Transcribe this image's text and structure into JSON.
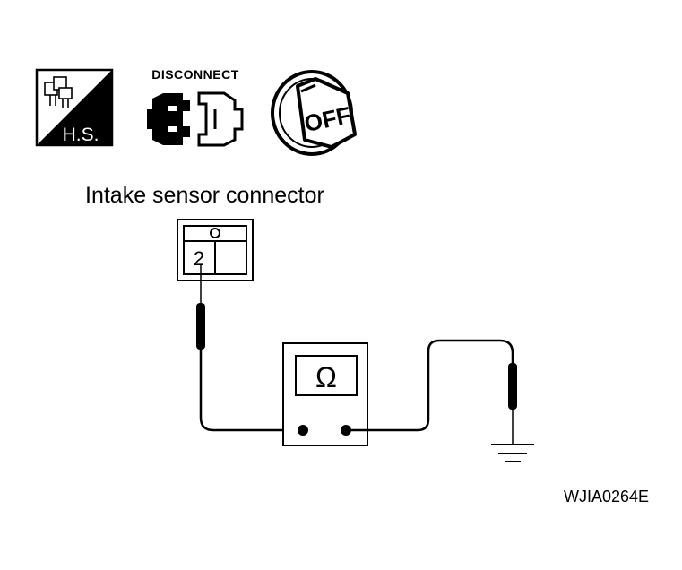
{
  "icons": {
    "harness_symbol": {
      "name": "wiring-harness-icon",
      "label": "H.S."
    },
    "disconnect": {
      "name": "disconnect-connector-icon",
      "label": "DISCONNECT"
    },
    "ignition": {
      "name": "ignition-key-off-icon",
      "label": "OFF"
    }
  },
  "connector": {
    "title": "Intake sensor connector",
    "terminal": "2"
  },
  "meter": {
    "symbol": "Ω",
    "icon": "ohmmeter-icon"
  },
  "ground": {
    "icon": "ground-icon"
  },
  "figure_id": "WJIA0264E"
}
